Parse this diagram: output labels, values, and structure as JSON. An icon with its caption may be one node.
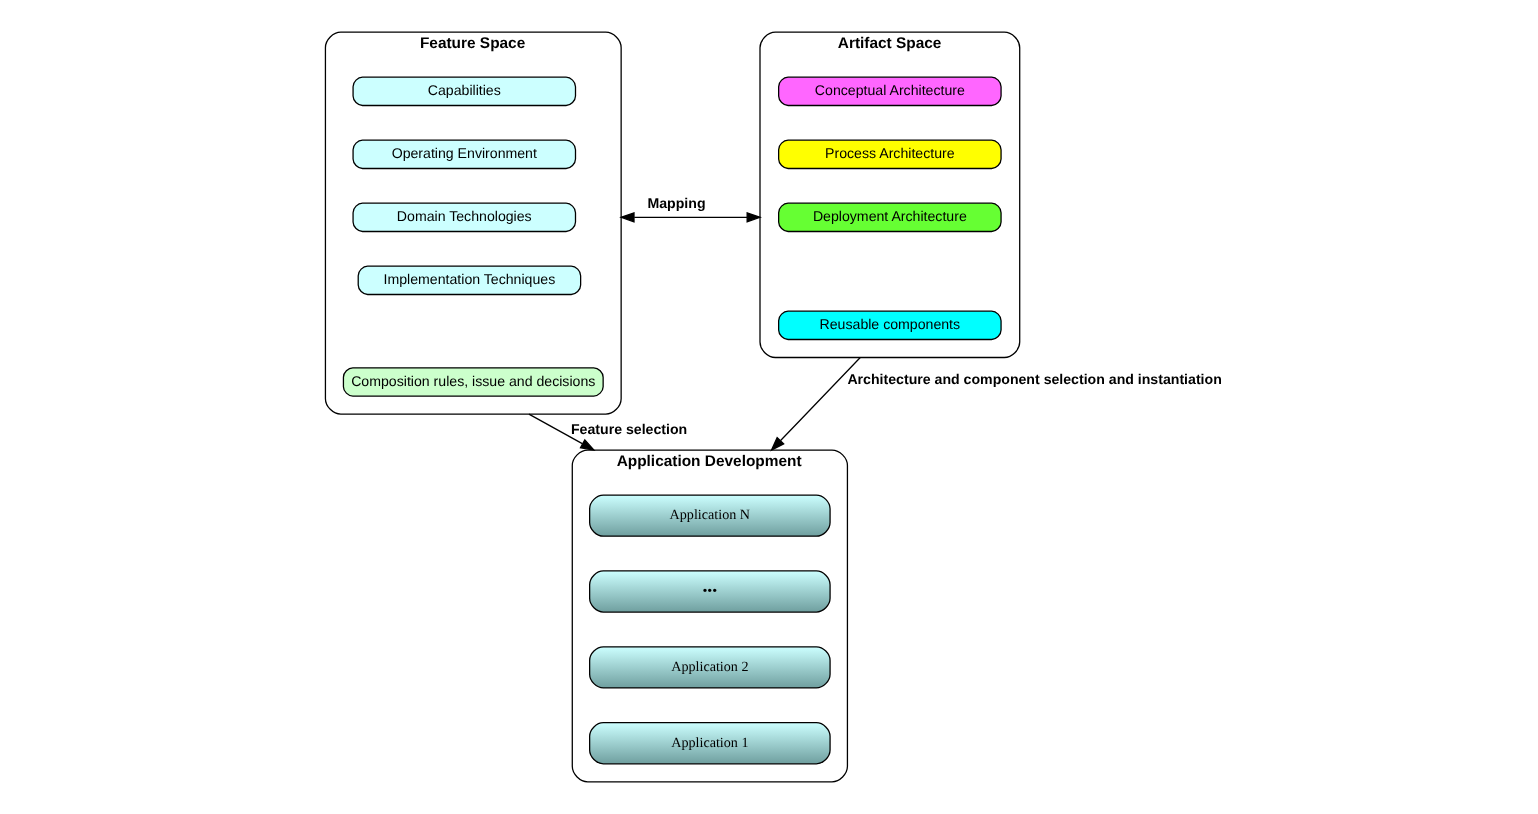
{
  "diagram": {
    "nodes": [
      {
        "text": [
          "Feature Space"
        ]
      },
      {
        "text": [
          "Capabilities"
        ],
        "in": 0
      },
      {
        "text": [
          "Operating Environment"
        ],
        "in": 0
      },
      {
        "text": [
          "Domain Technologies"
        ],
        "in": 0
      },
      {
        "text": [
          "Implementation Techniques"
        ],
        "in": 0
      },
      {
        "text": [
          "Composition rules, issue and decisions"
        ],
        "in": 0
      },
      {
        "text": [
          "Artifact Space"
        ]
      },
      {
        "text": [
          "Conceptual Architecture"
        ],
        "in": 6
      },
      {
        "text": [
          "Process Architecture"
        ],
        "in": 6
      },
      {
        "text": [
          "Deployment Architecture"
        ],
        "in": 6
      },
      {
        "text": [
          "Reusable components"
        ],
        "in": 6
      },
      {
        "text": [
          "Application Development"
        ]
      },
      {
        "text": [
          "Application N"
        ],
        "in": 11
      },
      {
        "text": [
          "•••"
        ],
        "in": 11
      },
      {
        "text": [
          "Application 2"
        ],
        "in": 11
      },
      {
        "text": [
          "Application 1"
        ],
        "in": 11
      }
    ],
    "edges": [
      {
        "from": 0,
        "to": 6,
        "arrow": "both",
        "label": "Mapping"
      },
      {
        "from": 0,
        "to": 11,
        "arrow": "to",
        "label": "Feature selection"
      },
      {
        "from": 6,
        "to": 11,
        "arrow": "to",
        "label": "Architecture and component selection and instantiation"
      }
    ]
  }
}
